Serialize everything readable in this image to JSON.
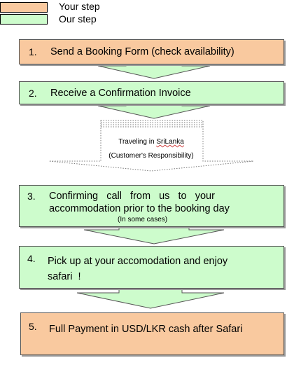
{
  "legend": {
    "your": {
      "label": "Your step",
      "color": "#f9c99f"
    },
    "our": {
      "label": "Our step",
      "color": "#cdfccc"
    }
  },
  "steps": [
    {
      "number": "1.",
      "text": "Send a Booking Form (check availability)",
      "owner": "your"
    },
    {
      "number": "2.",
      "text": "Receive a Confirmation Invoice",
      "owner": "our"
    },
    {
      "number": "3.",
      "line1": "Confirming   call   from   us   to   your",
      "line2": "accommodation prior to the booking day",
      "note": "(In some cases)",
      "owner": "our"
    },
    {
      "number": "4.",
      "line1": "Pick up at your accomodation and enjoy",
      "line2": "safari  !",
      "owner": "our"
    },
    {
      "number": "5.",
      "text": "Full Payment in USD/LKR cash after Safari",
      "owner": "your"
    }
  ],
  "travel": {
    "line1_prefix": "Traveling in ",
    "line1_word": "SriLanka",
    "line2": "(Customer's Responsibility)"
  }
}
